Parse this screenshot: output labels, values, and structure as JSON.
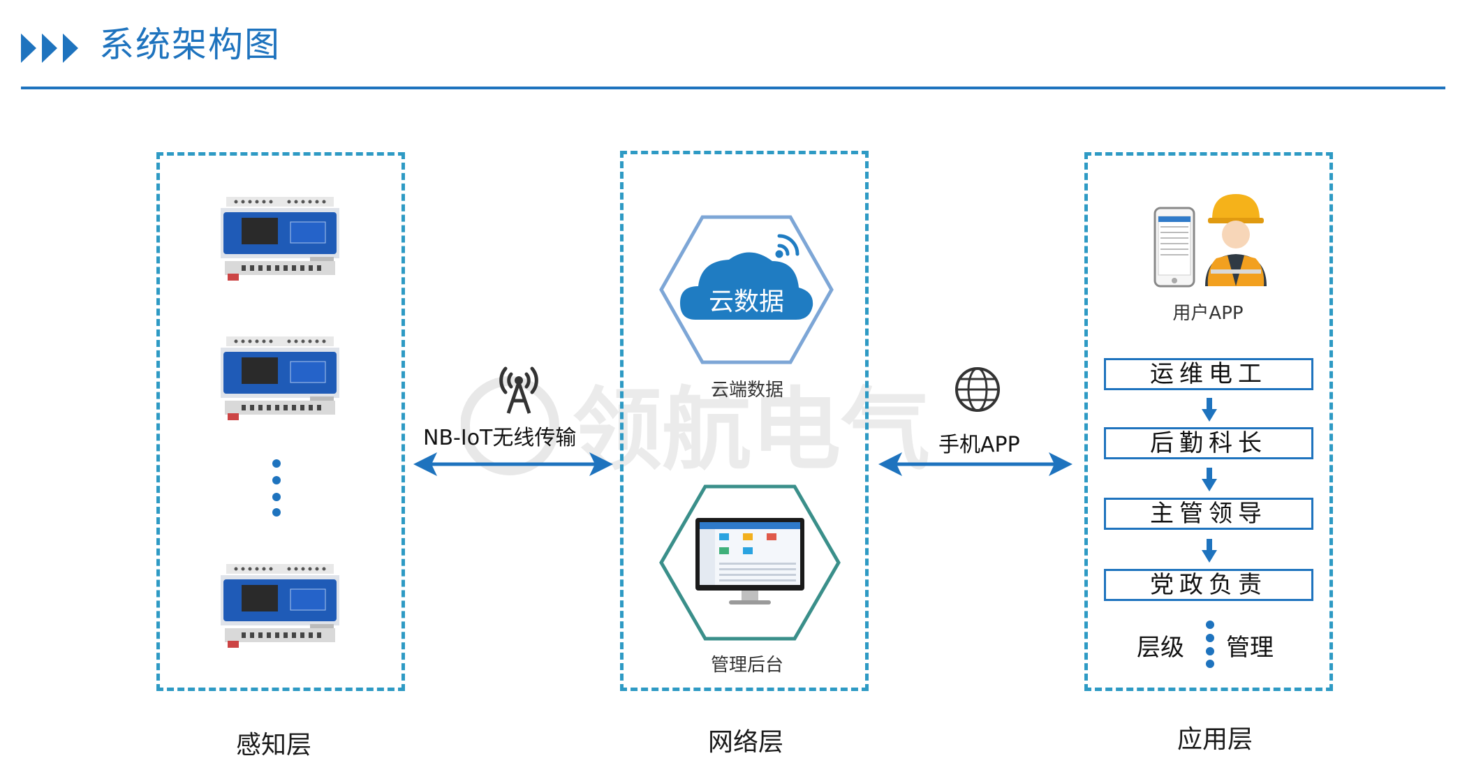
{
  "header": {
    "title": "系统架构图",
    "accent_color": "#1e73be"
  },
  "layers": {
    "perception": {
      "label": "感知层"
    },
    "network": {
      "label": "网络层",
      "cloud_badge": "云数据",
      "cloud_caption": "云端数据",
      "admin_caption": "管理后台"
    },
    "application": {
      "label": "应用层",
      "user_caption": "用户APP",
      "roles": [
        "运维电工",
        "后勤科长",
        "主管领导",
        "党政负责"
      ],
      "hierarchy_left": "层级",
      "hierarchy_right": "管理"
    }
  },
  "links": {
    "nb_iot": "NB-IoT无线传输",
    "mobile_app": "手机APP"
  },
  "watermark": "领航电气",
  "icons": [
    "triple-chevron-icon",
    "antenna-icon",
    "globe-icon",
    "cloud-icon",
    "wifi-icon",
    "monitor-icon",
    "smartphone-icon",
    "worker-icon",
    "down-arrow-icon"
  ],
  "colors": {
    "panel_border": "#2e9ac4",
    "arrow": "#1e73be",
    "cloud": "#1f7cc2",
    "hex_blue": "#7da6d6",
    "hex_teal": "#3a8f8a"
  }
}
